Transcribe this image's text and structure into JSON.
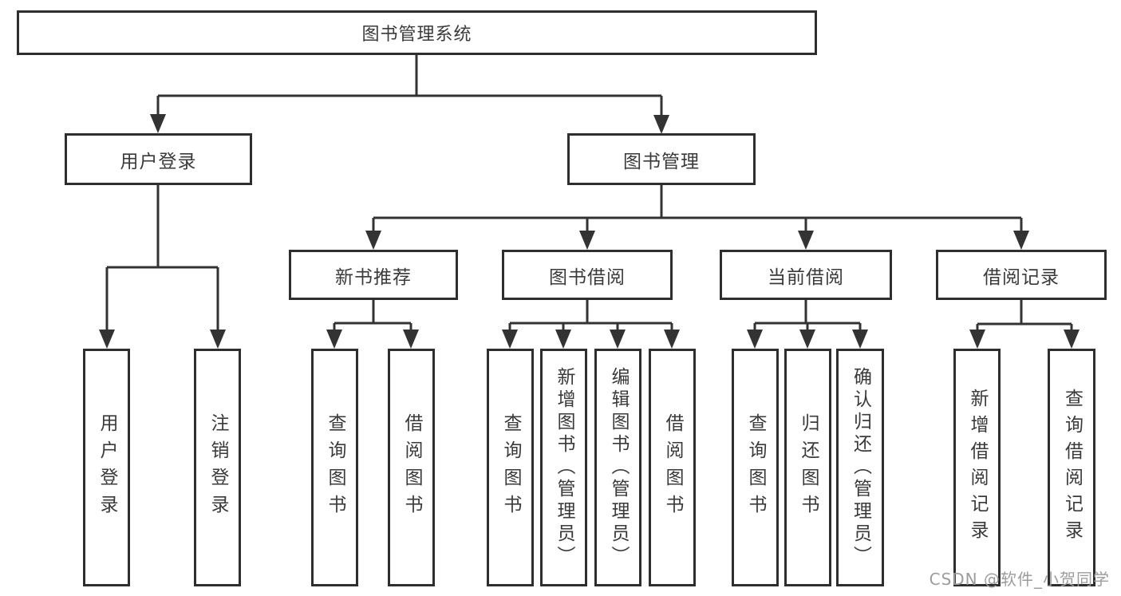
{
  "diagram": {
    "title": "图书管理系统",
    "root": {
      "label": "图书管理系统"
    },
    "level2": [
      {
        "label": "用户登录"
      },
      {
        "label": "图书管理"
      }
    ],
    "level3": [
      {
        "label": "新书推荐"
      },
      {
        "label": "图书借阅"
      },
      {
        "label": "当前借阅"
      },
      {
        "label": "借阅记录"
      }
    ],
    "leaves": {
      "user_login": [
        {
          "label": "用户登录"
        },
        {
          "label": "注销登录"
        }
      ],
      "new_book": [
        {
          "label": "查询图书"
        },
        {
          "label": "借阅图书"
        }
      ],
      "book_borrow": [
        {
          "label": "查询图书"
        },
        {
          "label": "新增图书（管理员）"
        },
        {
          "label": "编辑图书（管理员）"
        },
        {
          "label": "借阅图书"
        }
      ],
      "current_borrow": [
        {
          "label": "查询图书"
        },
        {
          "label": "归还图书"
        },
        {
          "label": "确认归还（管理员）"
        }
      ],
      "borrow_record": [
        {
          "label": "新增借阅记录"
        },
        {
          "label": "查询借阅记录"
        }
      ]
    },
    "colors": {
      "line": "#333333",
      "box_border": "#2e2e2e",
      "text": "#3a3a3a",
      "watermark": "#9c9c9c",
      "background": "#ffffff"
    }
  },
  "watermark": {
    "text": "CSDN @软件_小贺同学"
  }
}
